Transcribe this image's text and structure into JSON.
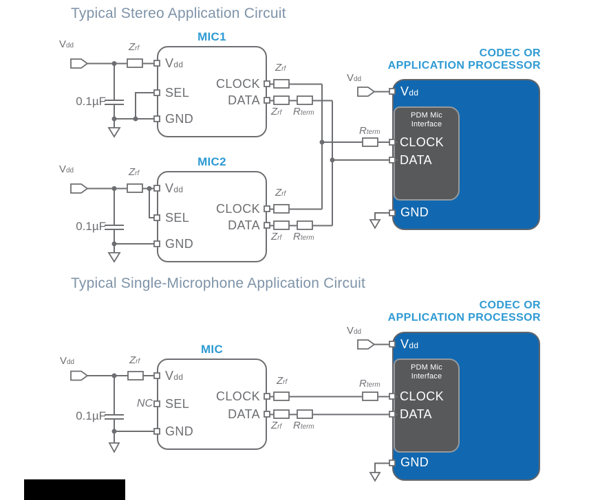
{
  "colors": {
    "accent_blue": "#2E9AD3",
    "block_blue": "#1168B0",
    "panel_gray": "#58595B",
    "line_gray": "#6D6E71",
    "title_slate": "#7E93A8",
    "redaction_black": "#000000"
  },
  "stereo": {
    "title": "Typical Stereo Application Circuit",
    "mic1_name": "MIC1",
    "mic2_name": "MIC2"
  },
  "single": {
    "title": "Typical Single-Microphone Application Circuit",
    "mic_name": "MIC"
  },
  "codec": {
    "title_line1": "CODEC OR",
    "title_line2": "APPLICATION PROCESSOR",
    "pdm_line1": "PDM Mic",
    "pdm_line2": "Interface"
  },
  "labels": {
    "vdd_main": "V",
    "vdd_sub": "dd",
    "sel": "SEL",
    "gnd": "GND",
    "clock": "CLOCK",
    "data": "DATA",
    "zrf_main": "Z",
    "zrf_sub": "rf",
    "rterm_main": "R",
    "rterm_sub": "term",
    "cap_value": "0.1µF",
    "nc": "NC"
  }
}
